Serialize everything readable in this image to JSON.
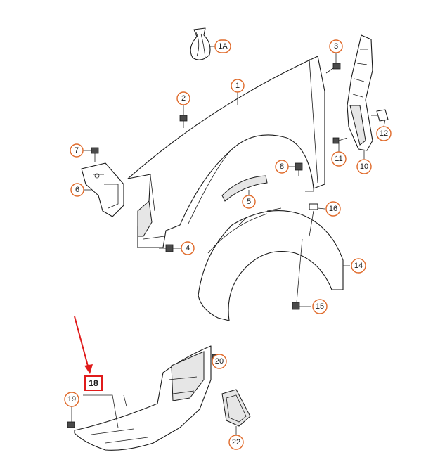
{
  "diagram": {
    "callouts": [
      {
        "id": "1A",
        "label": "1A"
      },
      {
        "id": "1",
        "label": "1"
      },
      {
        "id": "2",
        "label": "2"
      },
      {
        "id": "3",
        "label": "3"
      },
      {
        "id": "4",
        "label": "4"
      },
      {
        "id": "5",
        "label": "5"
      },
      {
        "id": "6",
        "label": "6"
      },
      {
        "id": "7",
        "label": "7"
      },
      {
        "id": "8",
        "label": "8"
      },
      {
        "id": "10",
        "label": "10"
      },
      {
        "id": "11",
        "label": "11"
      },
      {
        "id": "12",
        "label": "12"
      },
      {
        "id": "14",
        "label": "14"
      },
      {
        "id": "15",
        "label": "15"
      },
      {
        "id": "16",
        "label": "16"
      },
      {
        "id": "18",
        "label": "18"
      },
      {
        "id": "19",
        "label": "19"
      },
      {
        "id": "20",
        "label": "20"
      },
      {
        "id": "22",
        "label": "22"
      }
    ],
    "highlighted_part": "18",
    "highlight_color": "#e01b1b",
    "callout_color": "#e06a2a"
  }
}
